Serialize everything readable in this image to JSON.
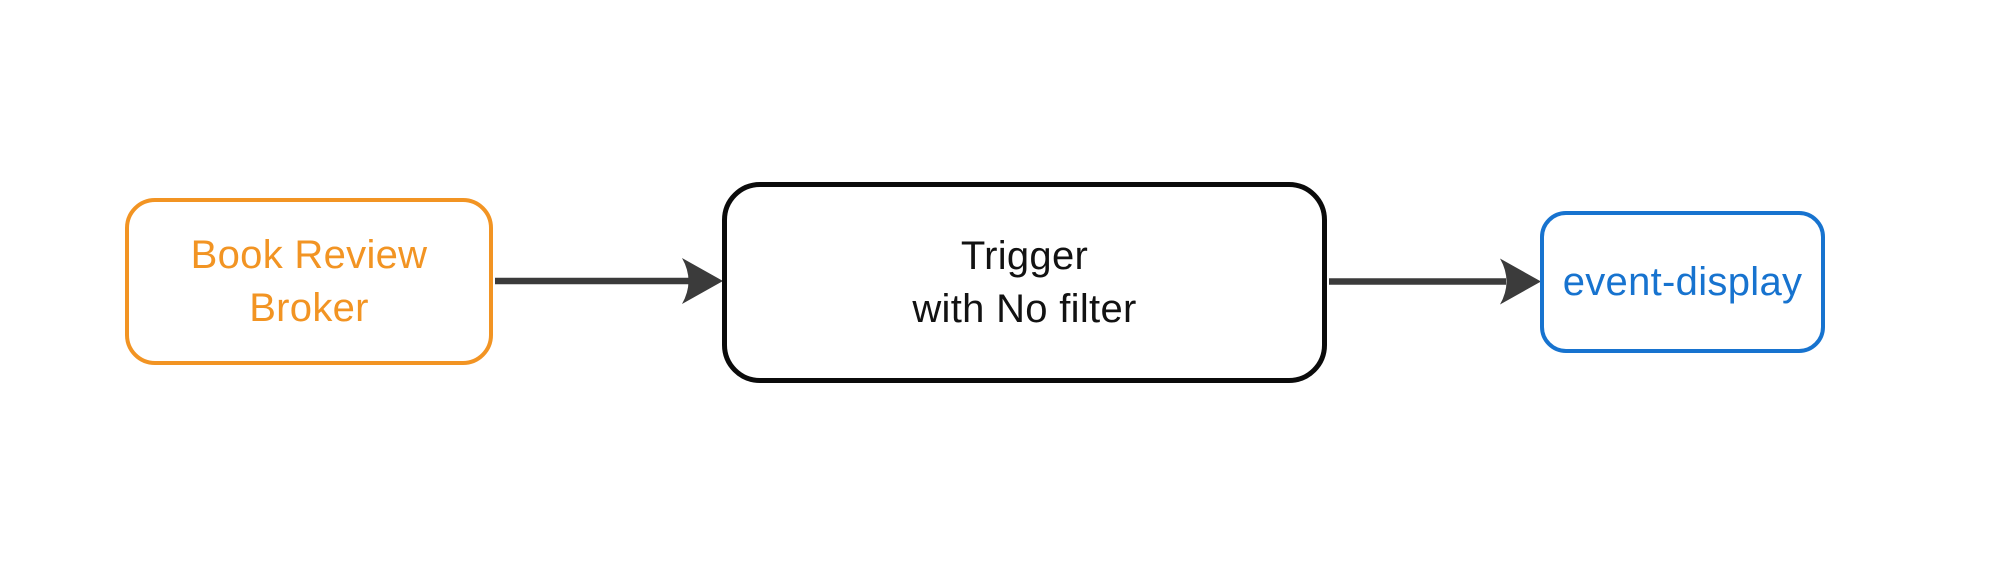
{
  "diagram": {
    "type": "flowchart-left-to-right",
    "background_color": "#ffffff",
    "nodes": [
      {
        "id": "broker",
        "label": "Book Review\nBroker",
        "border_color": "#F29423",
        "text_color": "#F29423",
        "fill_color": "#ffffff"
      },
      {
        "id": "trigger",
        "label": "Trigger\nwith No filter",
        "border_color": "#0B0B0B",
        "text_color": "#121212",
        "fill_color": "#ffffff"
      },
      {
        "id": "event-display",
        "label": "event-display",
        "border_color": "#1773CF",
        "text_color": "#1773CF",
        "fill_color": "#ffffff"
      }
    ],
    "edges": [
      {
        "from": "broker",
        "to": "trigger",
        "color": "#3B3B3B"
      },
      {
        "from": "trigger",
        "to": "event-display",
        "color": "#3B3B3B"
      }
    ]
  }
}
